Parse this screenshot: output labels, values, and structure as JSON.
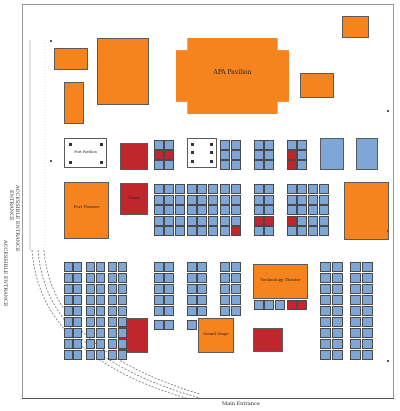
{
  "map": {
    "colors": {
      "exhibit_orange": "#f5841f",
      "booth_blue": "#7ea6d6",
      "booth_red": "#c0272d",
      "outline": "#5a5a5a"
    },
    "venues": {
      "apa_pavilion": "APA Pavilion",
      "fort_pavilion": "Fort Pavilion",
      "fort_theater": "Fort Theater",
      "food": "Food",
      "grand_stage": "Grand Stage",
      "technology_theater": "Technology Theater",
      "road_label": "Main Entrance"
    },
    "side_labels": {
      "left_1": "ENTRANCE",
      "left_2": "ACCESSIBLE ENTRANCE",
      "left_3": "ACCESSIBLE ENTRANCE"
    }
  }
}
